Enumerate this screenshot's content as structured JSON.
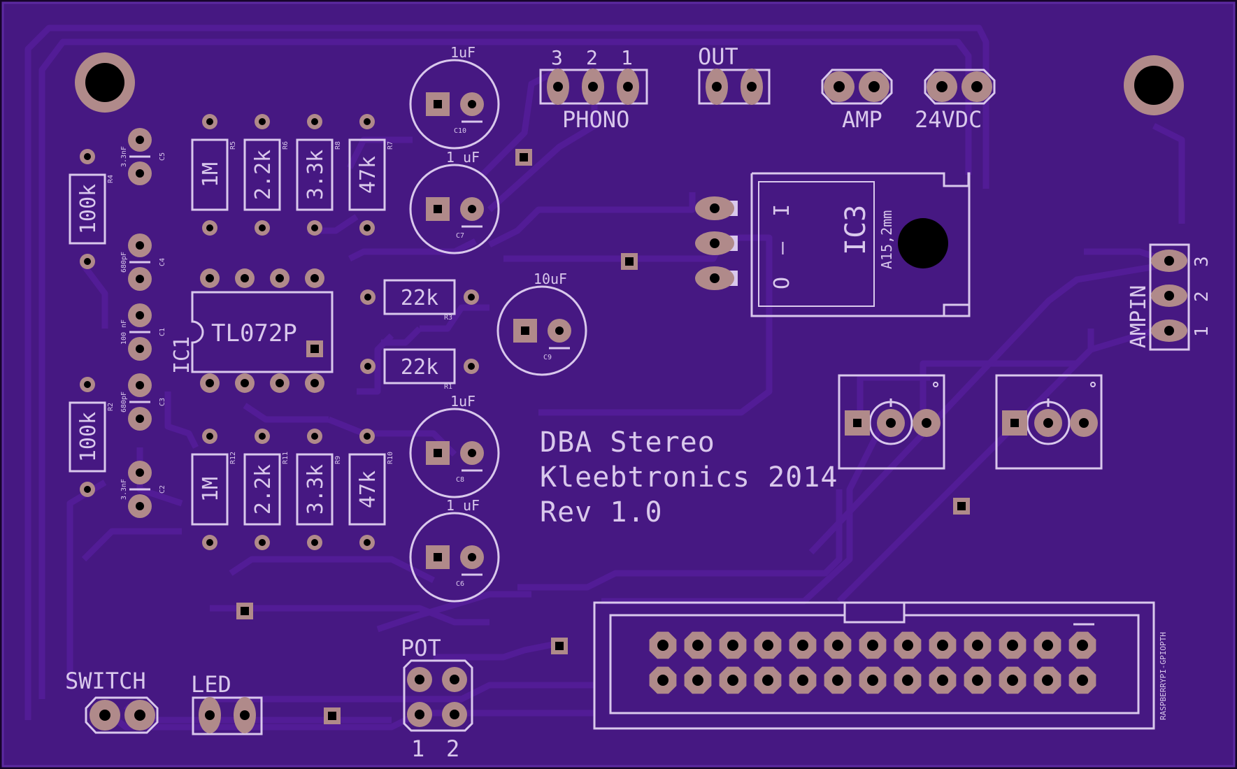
{
  "colors": {
    "background": "#16042a",
    "board": "#461882",
    "trace": "#4f1a92",
    "silk": "#d9c8ec",
    "copper": "#b08a8a",
    "drill": "#000000"
  },
  "labels": {
    "title": [
      "DBA Stereo",
      "Kleebtronics 2014",
      "Rev 1.0"
    ],
    "ic1_name": "IC1",
    "ic1_part": "TL072P",
    "ic3_name": "IC3",
    "ic3_pkg": "A15,2mm",
    "ic3_pins": [
      "I",
      "–",
      "O"
    ],
    "phono": "PHONO",
    "phono_pins": [
      "3",
      "2",
      "1"
    ],
    "out": "OUT",
    "amp": "AMP",
    "vdc": "24VDC",
    "ampin": "AMPIN",
    "ampin_pins": [
      "3",
      "2",
      "1"
    ],
    "pot": "POT",
    "pot_pins": [
      "1",
      "2"
    ],
    "switch": "SWITCH",
    "led": "LED",
    "gpio": "RASPBERRYPI-GPIOPTH"
  },
  "capacitors": [
    {
      "value": "1uF",
      "ref": "C10"
    },
    {
      "value": "1 uF",
      "ref": "C7"
    },
    {
      "value": "10uF",
      "ref": "C9"
    },
    {
      "value": "1uF",
      "ref": "C8"
    },
    {
      "value": "1 uF",
      "ref": "C6"
    }
  ],
  "resistors_top": [
    {
      "value": "1M",
      "ref": "R5"
    },
    {
      "value": "2.2k",
      "ref": "R6"
    },
    {
      "value": "3.3k",
      "ref": "R8"
    },
    {
      "value": "47k",
      "ref": "R7"
    }
  ],
  "resistors_bottom": [
    {
      "value": "1M",
      "ref": "R12"
    },
    {
      "value": "2.2k",
      "ref": "R11"
    },
    {
      "value": "3.3k",
      "ref": "R9"
    },
    {
      "value": "47k",
      "ref": "R10"
    }
  ],
  "resistors_side": [
    {
      "value": "100k",
      "ref": "R4"
    },
    {
      "value": "100k",
      "ref": "R2"
    }
  ],
  "resistors_mid": [
    {
      "value": "22k",
      "ref": "R3"
    },
    {
      "value": "22k",
      "ref": "R1"
    }
  ],
  "small_caps": [
    {
      "value": "3.3nF",
      "ref": "C5"
    },
    {
      "value": "680pF",
      "ref": "C4"
    },
    {
      "value": "100 nF",
      "ref": "C1"
    },
    {
      "value": "680pF",
      "ref": "C3"
    },
    {
      "value": "3.3nF",
      "ref": "C2"
    }
  ]
}
